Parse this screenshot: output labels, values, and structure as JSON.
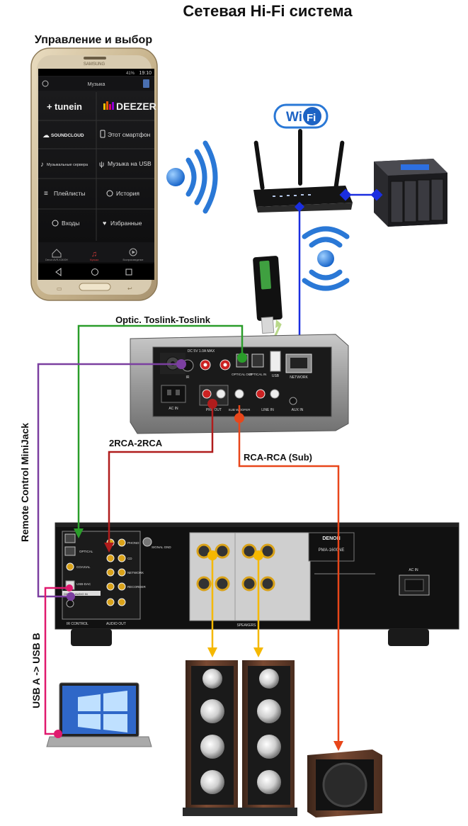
{
  "title": "Сетевая Hi-Fi система",
  "phone": {
    "heading": "Управление и выбор",
    "brand": "SAMSUNG",
    "status_time": "19:10",
    "status_battery": "41%",
    "screen_title": "Музыка",
    "tiles": [
      {
        "label": "tunein"
      },
      {
        "label": "DEEZER"
      },
      {
        "label": "SOUNDCLOUD"
      },
      {
        "label": "Этот смартфон"
      },
      {
        "label": "Музыкальные сервера"
      },
      {
        "label": "Музыка на USB"
      },
      {
        "label": "Плейлисты"
      },
      {
        "label": "История"
      },
      {
        "label": "Входы"
      },
      {
        "label": "Избранные"
      }
    ],
    "bottom_nav": [
      {
        "label": "Denon AVR-X2400H"
      },
      {
        "label": "Музыка"
      },
      {
        "label": "Воспроизведение"
      }
    ]
  },
  "wifi_badge": "Wi Fi",
  "streamer": {
    "labels": {
      "dc": "DC 5V 1.0A MAX",
      "ir": "IR",
      "sub": "SUB WOOFER",
      "pre": "PRE OUT",
      "optical_in": "OPTICAL IN",
      "optical_out": "OPTICAL OUT",
      "usb": "USB",
      "network": "NETWORK",
      "line_in": "LINE IN",
      "aux_in": "AUX IN",
      "ac_in": "AC IN"
    }
  },
  "amplifier": {
    "brand": "DENON",
    "model": "PMA-1600NE",
    "labels": {
      "optical": "OPTICAL",
      "coaxial": "COAXIAL",
      "usb_dac": "USB-DAC",
      "digital_audio": "DIGITAL AUDIO IN",
      "cd": "CD",
      "network": "NETWORK",
      "recorder": "RECORDER",
      "phono": "PHONO",
      "audio_out": "AUDIO OUT",
      "ir_control": "IR CONTROL",
      "signal_gnd": "SIGNAL GND",
      "speakers": "SPEAKERS",
      "ac_in": "AC IN"
    }
  },
  "connections": [
    {
      "label": "Optic. Toslink-Toslink",
      "color": "#2a9d2a"
    },
    {
      "label": "Remote Control MiniJack",
      "color": "#7b3fa0"
    },
    {
      "label": "2RCA-2RCA",
      "color": "#b01c1c"
    },
    {
      "label": "RCA-RCA (Sub)",
      "color": "#e8461a"
    },
    {
      "label": "USB A -> USB B",
      "color": "#e0196e"
    }
  ],
  "colors": {
    "network": "#1a2ee0",
    "usb_stick": "#b9d88a",
    "speaker_wire": "#f5b800",
    "wifi": "#2a78d6"
  }
}
